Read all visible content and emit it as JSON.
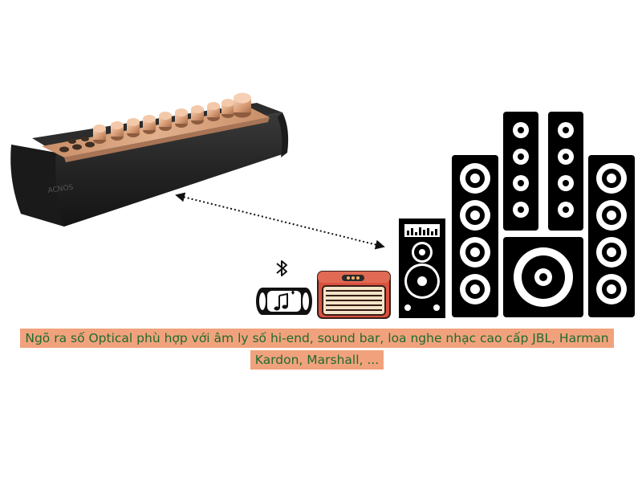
{
  "product": {
    "brand_mark": "ACNOS"
  },
  "icons": {
    "bluetooth": "bluetooth-icon",
    "music_note": "music-note-icon",
    "connection": "dotted-double-arrow"
  },
  "caption": {
    "text": "Ngõ ra số Optical phù hợp với âm ly số hi-end, sound bar, loa nghe nhạc cao cấp JBL, Harman Kardon, Marshall, ..."
  },
  "colors": {
    "caption_background": "#f1a27d",
    "caption_text": "#1f6b2e",
    "device_body": "#232323",
    "control_panel": "#d7a07a",
    "retro_speaker": "#d9513f",
    "speaker_black": "#000000"
  }
}
